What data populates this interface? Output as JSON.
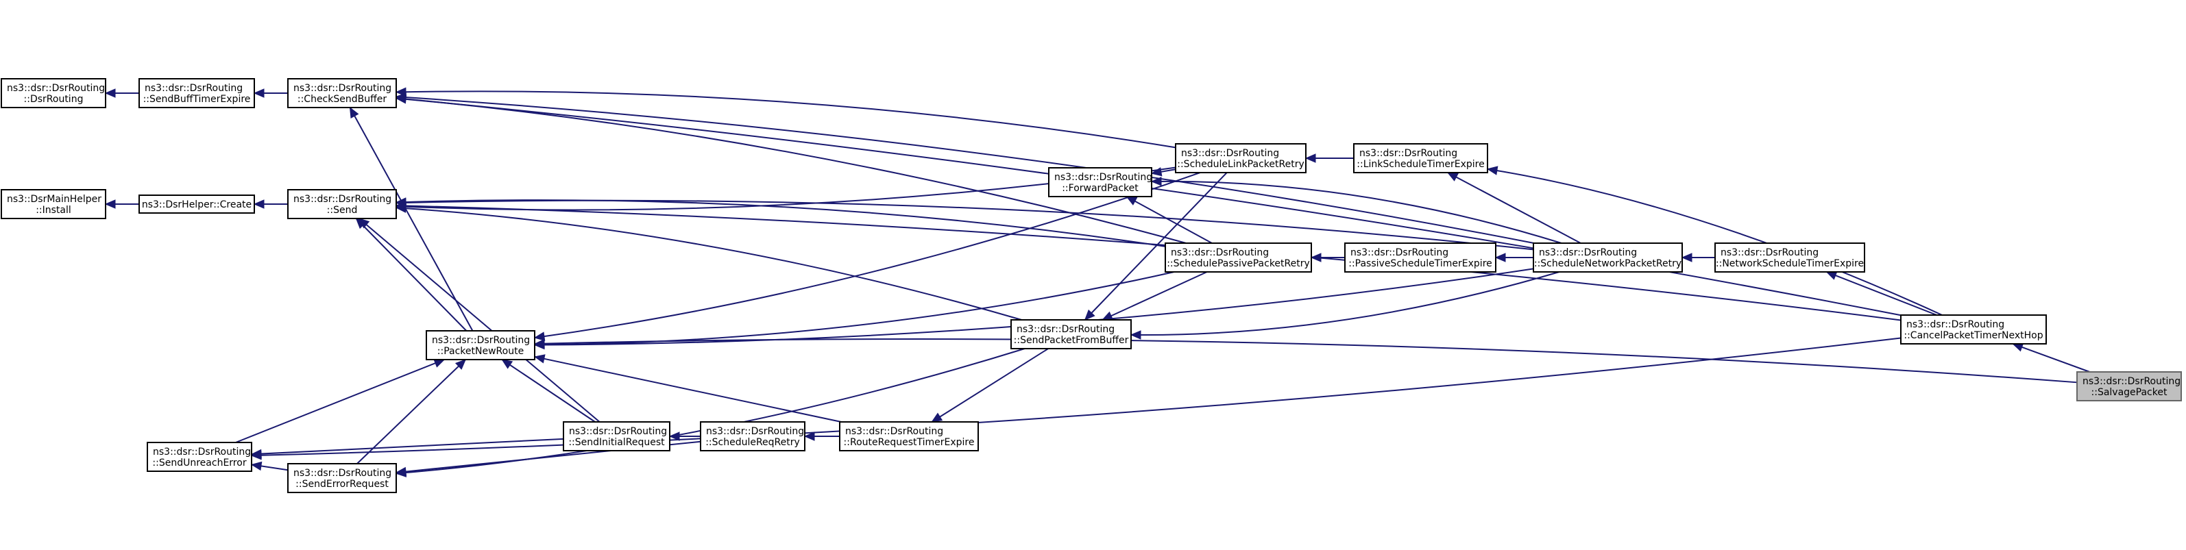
{
  "nodes": [
    {
      "id": "dsrrouting_ctor",
      "lines": [
        "ns3::dsr::DsrRouting",
        "::DsrRouting"
      ]
    },
    {
      "id": "sendbufftimerexpire",
      "lines": [
        "ns3::dsr::DsrRouting",
        "::SendBuffTimerExpire"
      ]
    },
    {
      "id": "checksendbuffer",
      "lines": [
        "ns3::dsr::DsrRouting",
        "::CheckSendBuffer"
      ]
    },
    {
      "id": "dsrmainhelper_install",
      "lines": [
        "ns3::DsrMainHelper",
        "::Install"
      ]
    },
    {
      "id": "dsrhelper_create",
      "lines": [
        "ns3::DsrHelper::Create"
      ]
    },
    {
      "id": "send",
      "lines": [
        "ns3::dsr::DsrRouting",
        "::Send"
      ]
    },
    {
      "id": "packetnewroute",
      "lines": [
        "ns3::dsr::DsrRouting",
        "::PacketNewRoute"
      ]
    },
    {
      "id": "sendunreacherror",
      "lines": [
        "ns3::dsr::DsrRouting",
        "::SendUnreachError"
      ]
    },
    {
      "id": "senderrorrequest",
      "lines": [
        "ns3::dsr::DsrRouting",
        "::SendErrorRequest"
      ]
    },
    {
      "id": "sendinitialrequest",
      "lines": [
        "ns3::dsr::DsrRouting",
        "::SendInitialRequest"
      ]
    },
    {
      "id": "schedulereqretry",
      "lines": [
        "ns3::dsr::DsrRouting",
        "::ScheduleReqRetry"
      ]
    },
    {
      "id": "routerequesttimerexpire",
      "lines": [
        "ns3::dsr::DsrRouting",
        "::RouteRequestTimerExpire"
      ]
    },
    {
      "id": "forwardpacket",
      "lines": [
        "ns3::dsr::DsrRouting",
        "::ForwardPacket"
      ]
    },
    {
      "id": "sendpacketfrombuffer",
      "lines": [
        "ns3::dsr::DsrRouting",
        "::SendPacketFromBuffer"
      ]
    },
    {
      "id": "schedulelinkpacketretry",
      "lines": [
        "ns3::dsr::DsrRouting",
        "::ScheduleLinkPacketRetry"
      ]
    },
    {
      "id": "schedulepassivepacketretry",
      "lines": [
        "ns3::dsr::DsrRouting",
        "::SchedulePassivePacketRetry"
      ]
    },
    {
      "id": "linkscheduletimerexpire",
      "lines": [
        "ns3::dsr::DsrRouting",
        "::LinkScheduleTimerExpire"
      ]
    },
    {
      "id": "passivescheduletimerexpire",
      "lines": [
        "ns3::dsr::DsrRouting",
        "::PassiveScheduleTimerExpire"
      ]
    },
    {
      "id": "schedulenetworkpacketretry",
      "lines": [
        "ns3::dsr::DsrRouting",
        "::ScheduleNetworkPacketRetry"
      ]
    },
    {
      "id": "networkscheduletimerexpire",
      "lines": [
        "ns3::dsr::DsrRouting",
        "::NetworkScheduleTimerExpire"
      ]
    },
    {
      "id": "cancelpackettimernexthop",
      "lines": [
        "ns3::dsr::DsrRouting",
        "::CancelPacketTimerNextHop"
      ]
    },
    {
      "id": "salvagepacket",
      "lines": [
        "ns3::dsr::DsrRouting",
        "::SalvagePacket"
      ],
      "highlight": true
    }
  ],
  "edges": [
    {
      "from": "sendbufftimerexpire",
      "to": "dsrrouting_ctor"
    },
    {
      "from": "checksendbuffer",
      "to": "sendbufftimerexpire"
    },
    {
      "from": "dsrhelper_create",
      "to": "dsrmainhelper_install"
    },
    {
      "from": "send",
      "to": "dsrhelper_create"
    },
    {
      "from": "packetnewroute",
      "to": "checksendbuffer"
    },
    {
      "from": "packetnewroute",
      "to": "send"
    },
    {
      "from": "sendunreacherror",
      "to": "packetnewroute"
    },
    {
      "from": "senderrorrequest",
      "to": "packetnewroute"
    },
    {
      "from": "senderrorrequest",
      "to": "sendunreacherror"
    },
    {
      "from": "sendinitialrequest",
      "to": "packetnewroute"
    },
    {
      "from": "sendinitialrequest",
      "to": "sendunreacherror"
    },
    {
      "from": "sendinitialrequest",
      "to": "send"
    },
    {
      "from": "schedulereqretry",
      "to": "sendinitialrequest"
    },
    {
      "from": "schedulereqretry",
      "to": "senderrorrequest"
    },
    {
      "from": "routerequesttimerexpire",
      "to": "schedulereqretry"
    },
    {
      "from": "routerequesttimerexpire",
      "to": "packetnewroute"
    },
    {
      "from": "sendpacketfrombuffer",
      "to": "send"
    },
    {
      "from": "sendpacketfrombuffer",
      "to": "routerequesttimerexpire"
    },
    {
      "from": "sendpacketfrombuffer",
      "to": "senderrorrequest"
    },
    {
      "from": "schedulelinkpacketretry",
      "to": "checksendbuffer"
    },
    {
      "from": "schedulelinkpacketretry",
      "to": "send"
    },
    {
      "from": "schedulelinkpacketretry",
      "to": "forwardpacket"
    },
    {
      "from": "schedulelinkpacketretry",
      "to": "packetnewroute"
    },
    {
      "from": "schedulelinkpacketretry",
      "to": "sendpacketfrombuffer"
    },
    {
      "from": "schedulepassivepacketretry",
      "to": "checksendbuffer"
    },
    {
      "from": "schedulepassivepacketretry",
      "to": "send"
    },
    {
      "from": "schedulepassivepacketretry",
      "to": "forwardpacket"
    },
    {
      "from": "schedulepassivepacketretry",
      "to": "packetnewroute"
    },
    {
      "from": "schedulepassivepacketretry",
      "to": "sendpacketfrombuffer"
    },
    {
      "from": "linkscheduletimerexpire",
      "to": "schedulelinkpacketretry"
    },
    {
      "from": "passivescheduletimerexpire",
      "to": "schedulepassivepacketretry"
    },
    {
      "from": "schedulenetworkpacketretry",
      "to": "passivescheduletimerexpire"
    },
    {
      "from": "schedulenetworkpacketretry",
      "to": "forwardpacket"
    },
    {
      "from": "schedulenetworkpacketretry",
      "to": "sendpacketfrombuffer"
    },
    {
      "from": "schedulenetworkpacketretry",
      "to": "packetnewroute"
    },
    {
      "from": "schedulenetworkpacketretry",
      "to": "checksendbuffer"
    },
    {
      "from": "schedulenetworkpacketretry",
      "to": "send"
    },
    {
      "from": "schedulenetworkpacketretry",
      "to": "linkscheduletimerexpire"
    },
    {
      "from": "networkscheduletimerexpire",
      "to": "schedulenetworkpacketretry"
    },
    {
      "from": "cancelpackettimernexthop",
      "to": "networkscheduletimerexpire"
    },
    {
      "from": "cancelpackettimernexthop",
      "to": "linkscheduletimerexpire"
    },
    {
      "from": "cancelpackettimernexthop",
      "to": "sendunreacherror"
    },
    {
      "from": "cancelpackettimernexthop",
      "to": "checksendbuffer"
    },
    {
      "from": "cancelpackettimernexthop",
      "to": "send"
    },
    {
      "from": "salvagepacket",
      "to": "cancelpackettimernexthop"
    },
    {
      "from": "salvagepacket",
      "to": "packetnewroute"
    }
  ]
}
